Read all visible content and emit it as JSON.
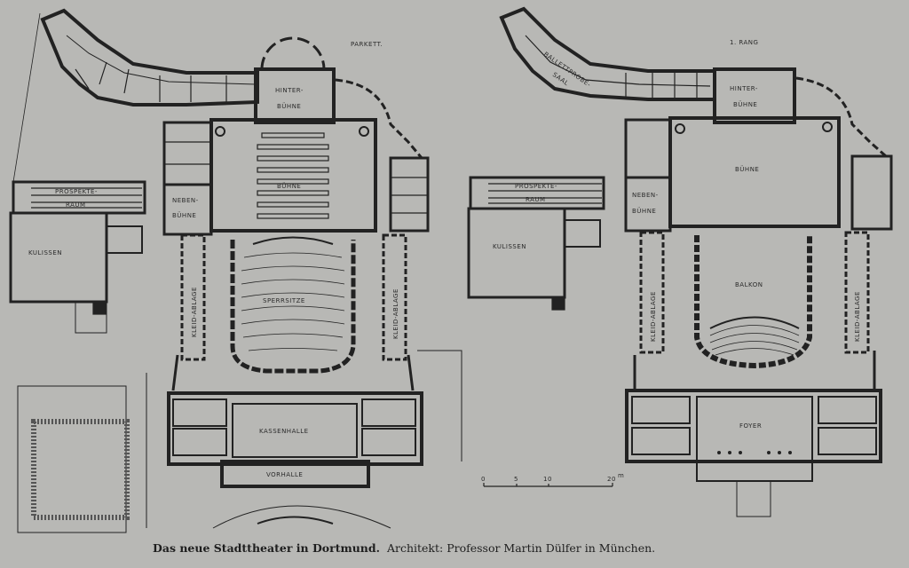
{
  "plans": {
    "parkett": {
      "title": "PARKETT.",
      "rooms": {
        "hinterbuehne_1": "HINTER-",
        "hinterbuehne_2": "BÜHNE",
        "buehne": "BÜHNE",
        "prospekte_1": "PROSPEKTE-",
        "prospekte_2": "RAUM",
        "neben_1": "NEBEN-",
        "neben_2": "BÜHNE",
        "kulissen": "KULISSEN",
        "sperrsitze": "SPERRSITZE",
        "kleid_left": "KLEID-ABLAGE",
        "kleid_right": "KLEID-ABLAGE",
        "kassenhalle": "KASSENHALLE",
        "vorhalle": "VORHALLE"
      }
    },
    "rang": {
      "title": "1. RANG",
      "rooms": {
        "ballett_1": "BALLETTPROBE-",
        "ballett_2": "SAAL",
        "hinterbuehne_1": "HINTER-",
        "hinterbuehne_2": "BÜHNE",
        "buehne": "BÜHNE",
        "prospekte_1": "PROSPEKTE-",
        "prospekte_2": "RAUM",
        "neben_1": "NEBEN-",
        "neben_2": "BÜHNE",
        "kulissen": "KULISSEN",
        "balkon": "BALKON",
        "kleid_left": "KLEID-ABLAGE",
        "kleid_right": "KLEID-ABLAGE",
        "foyer": "FOYER"
      }
    }
  },
  "scale_bar": {
    "ticks": [
      "0",
      "5",
      "10",
      "20"
    ],
    "unit": "m"
  },
  "caption": {
    "title": "Das neue Stadttheater in Dortmund.",
    "credit": "Architekt: Professor Martin Dülfer in München."
  },
  "colors": {
    "paper": "#b8b8b5",
    "ink": "#222222"
  }
}
